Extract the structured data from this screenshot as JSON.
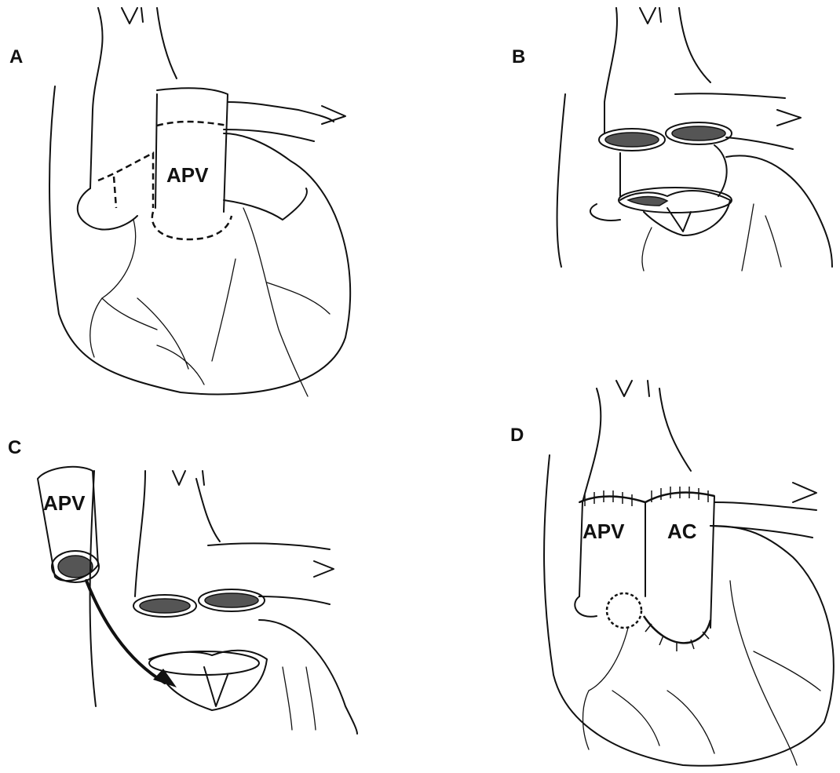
{
  "panels": [
    {
      "letter": "A",
      "labels": [
        "APV"
      ]
    },
    {
      "letter": "B",
      "labels": []
    },
    {
      "letter": "C",
      "labels": [
        "APV"
      ]
    },
    {
      "letter": "D",
      "labels": [
        "APV",
        "AC"
      ]
    }
  ]
}
